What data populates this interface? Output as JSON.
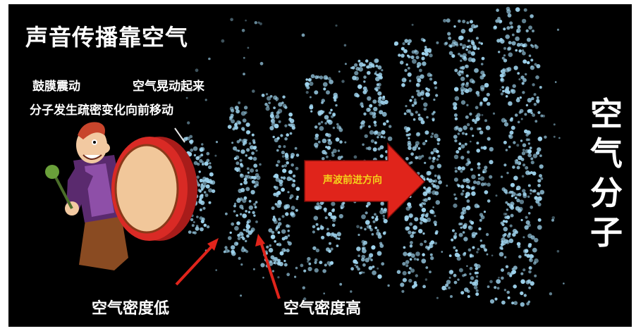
{
  "title": "声音传播靠空气",
  "desc_drum": "鼓膜震动",
  "desc_air": "空气晃动起来",
  "desc_molecule": "分子发生疏密变化向前移动",
  "label_low_density": "空气密度低",
  "label_high_density": "空气密度高",
  "label_air_molecule_chars": [
    "空",
    "气",
    "分",
    "子"
  ],
  "arrow_label": "声波前进方向",
  "colors": {
    "background": "#000000",
    "particle": "#9fd4ee",
    "arrow": "#e0241b",
    "arrow_text": "#f4d21b",
    "text": "#ffffff",
    "drum_rim": "#d92a25",
    "drum_skin": "#f1c79a"
  }
}
